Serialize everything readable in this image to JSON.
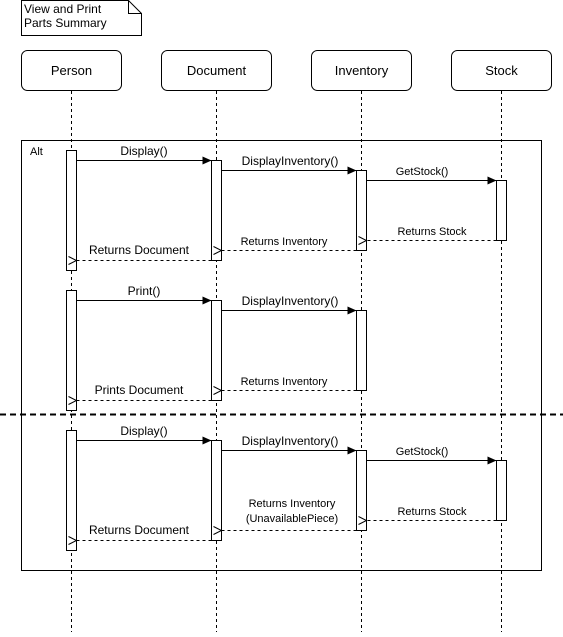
{
  "note": {
    "line1": "View and Print",
    "line2": "Parts Summary"
  },
  "participants": {
    "person": "Person",
    "document": "Document",
    "inventory": "Inventory",
    "stock": "Stock"
  },
  "fragment": {
    "operator": "Alt"
  },
  "messages": {
    "display_1": "Display()",
    "display_inventory_1": "DisplayInventory()",
    "get_stock_1": "GetStock()",
    "returns_stock_1": "Returns Stock",
    "returns_inventory_1": "Returns Inventory",
    "returns_document_1": "Returns Document",
    "print": "Print()",
    "display_inventory_2": "DisplayInventory()",
    "returns_inventory_2": "Returns Inventory",
    "prints_document": "Prints Document",
    "display_2": "Display()",
    "display_inventory_3": "DisplayInventory()",
    "get_stock_2": "GetStock()",
    "returns_stock_2": "Returns Stock",
    "returns_inventory_3a": "Returns Inventory",
    "returns_inventory_3b": "(UnavailablePiece)",
    "returns_document_2": "Returns Document"
  }
}
